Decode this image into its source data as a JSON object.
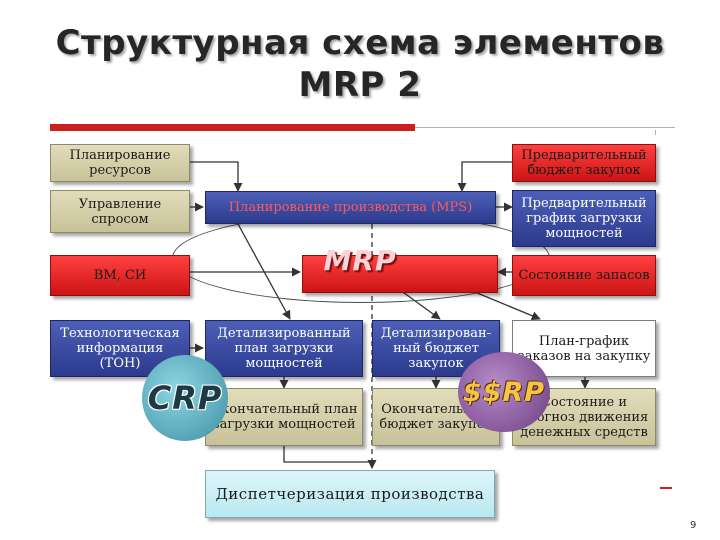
{
  "title": {
    "line1": "Структурная схема элементов",
    "line2": "MRP 2"
  },
  "badges": {
    "mrp": "MRP",
    "crp": "CRP",
    "ssrp": "$$RP"
  },
  "boxes": {
    "resource_planning": "Планирование ресурсов",
    "prelim_budget": "Предварительный бюджет закупок",
    "demand_management": "Управление спросом",
    "mps": "Планирование производства (MPS)",
    "prelim_capacity_schedule": "Предварительный график загрузки мощностей",
    "bom": "BM, СИ",
    "inventory_status": "Состояние запасов",
    "tech_info": "Технологическая информация (ТОН)",
    "detailed_capacity_plan": "Детализированный план загрузки мощностей",
    "detailed_budget": "Детализирован-ный бюджет закупок",
    "order_schedule": "План-график заказов на закупку",
    "final_capacity_plan": "Окончательный план загрузки мощностей",
    "final_budget": "Окончательный бюджет закупок",
    "cash_flow": "Состояние и прогноз движения денежных средств",
    "dispatching": "Диспетчеризация производства"
  },
  "page_number": "9",
  "colors": {
    "accent_red": "#cc1f1f",
    "box_blue": "#2b3a8c",
    "box_tan": "#d4cfaa",
    "box_red": "#ff2b2b",
    "box_pale": "#c8eef4"
  }
}
